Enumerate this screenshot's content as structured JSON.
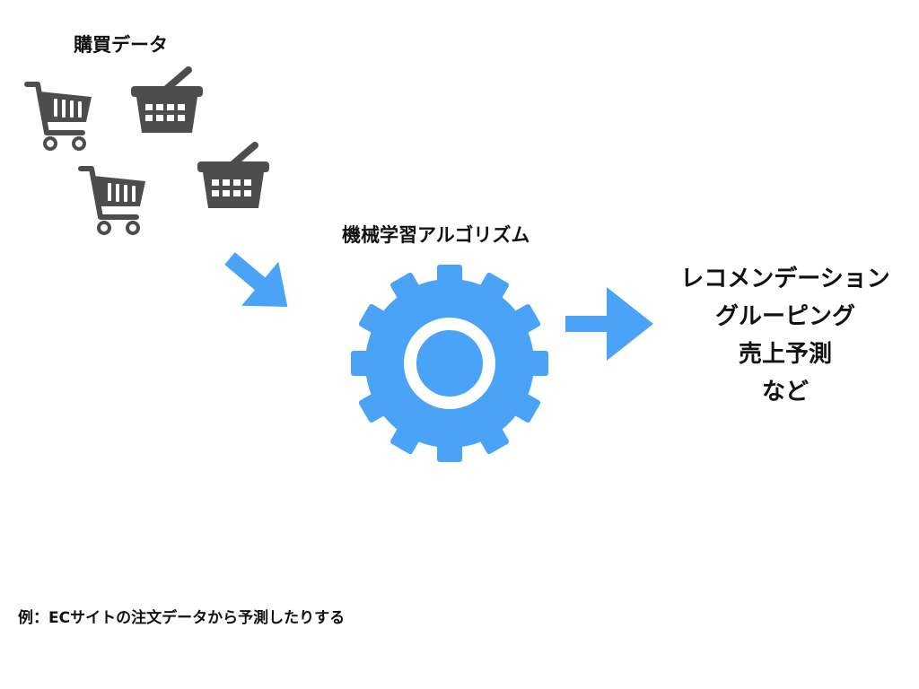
{
  "purchase_data": {
    "title": "購買データ",
    "icons": [
      "shopping-cart-icon",
      "shopping-basket-icon",
      "shopping-cart-icon",
      "shopping-basket-icon"
    ]
  },
  "algorithm": {
    "title": "機械学習アルゴリズム",
    "icon": "gear-icon"
  },
  "outputs": {
    "items": [
      "レコメンデーション",
      "グルーピング",
      "売上予測",
      "など"
    ]
  },
  "example": {
    "text": "例：ECサイトの注文データから予測したりする"
  },
  "colors": {
    "accent": "#4aa3f7",
    "icon_gray": "#4d4d4d",
    "text": "#111111",
    "background": "#ffffff"
  }
}
